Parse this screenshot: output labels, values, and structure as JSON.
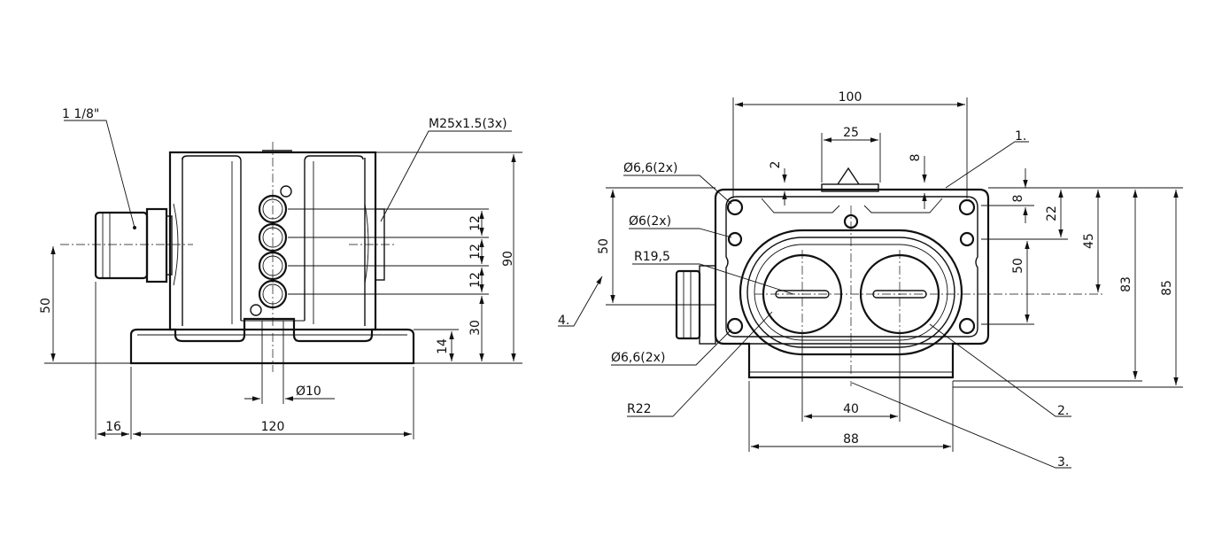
{
  "side_view": {
    "thread_label": "1 1/8\"",
    "gland_label": "M25x1.5(3x)",
    "dim_height_total": "90",
    "dim_height_gland": "50",
    "dim_pitch_1": "12",
    "dim_pitch_2": "12",
    "dim_pitch_3": "12",
    "dim_height_30": "30",
    "dim_base_14": "14",
    "dim_pin_dia": "Ø10",
    "dim_overhang_16": "16",
    "dim_width_120": "120"
  },
  "front_view": {
    "dim_width_100": "100",
    "dim_width_25": "25",
    "dim_gap_2": "2",
    "dim_gap_8_top": "8",
    "dim_hole_66_top": "Ø6,6(2x)",
    "dim_hole_6": "Ø6(2x)",
    "dim_radius_195": "R19,5",
    "dim_hole_66_bottom": "Ø6,6(2x)",
    "dim_radius_22": "R22",
    "dim_left_50": "50",
    "dim_right_8": "8",
    "dim_right_22": "22",
    "dim_right_45": "45",
    "dim_right_50": "50",
    "dim_right_83": "83",
    "dim_right_85": "85",
    "dim_bottom_40": "40",
    "dim_bottom_88": "88",
    "callout_1": "1.",
    "callout_2": "2.",
    "callout_3": "3.",
    "callout_4": "4."
  }
}
